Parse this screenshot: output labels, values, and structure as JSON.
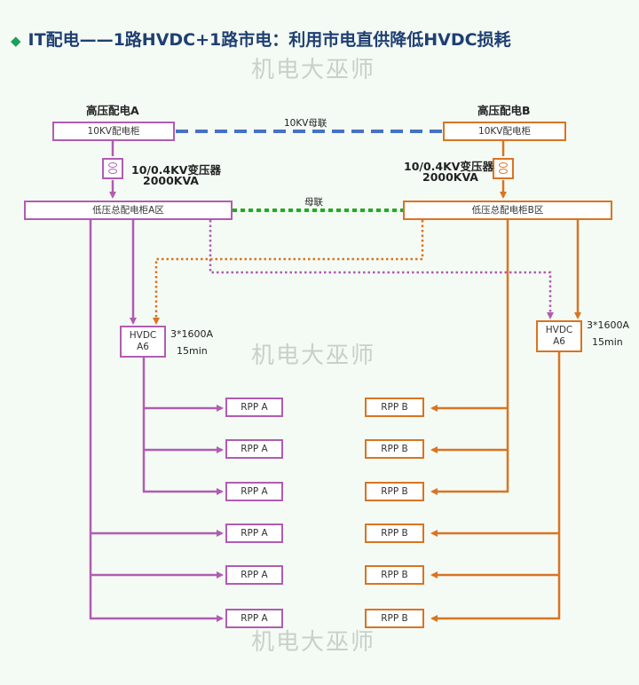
{
  "title": "IT配电——1路HVDC+1路市电：利用市电直供降低HVDC损耗",
  "watermark": "机电大巫师",
  "colors": {
    "pathA": "#b05cb2",
    "pathB": "#d97422",
    "bus10kv": "#4472c4",
    "busLow": "#22aa22",
    "title": "#1f3f73"
  },
  "sideA": {
    "header": "高压配电A",
    "cabinet_10kv": "10KV配电柜",
    "transformer": "10/0.4KV变压器",
    "transformer_kva": "2000KVA",
    "lv_cabinet": "低压总配电柜A区",
    "hvdc": "HVDC\nA6",
    "hvdc_rating": "3*1600A",
    "hvdc_backup": "15min",
    "rpp": [
      "RPP A",
      "RPP A",
      "RPP A",
      "RPP A",
      "RPP A",
      "RPP A"
    ]
  },
  "sideB": {
    "header": "高压配电B",
    "cabinet_10kv": "10KV配电柜",
    "transformer": "10/0.4KV变压器",
    "transformer_kva": "2000KVA",
    "lv_cabinet": "低压总配电柜B区",
    "hvdc": "HVDC\nA6",
    "hvdc_rating": "3*1600A",
    "hvdc_backup": "15min",
    "rpp": [
      "RPP B",
      "RPP B",
      "RPP B",
      "RPP B",
      "RPP B",
      "RPP B"
    ]
  },
  "tie_10kv": "10KV母联",
  "tie_low": "母联",
  "transformer_icon": "transformer-icon"
}
